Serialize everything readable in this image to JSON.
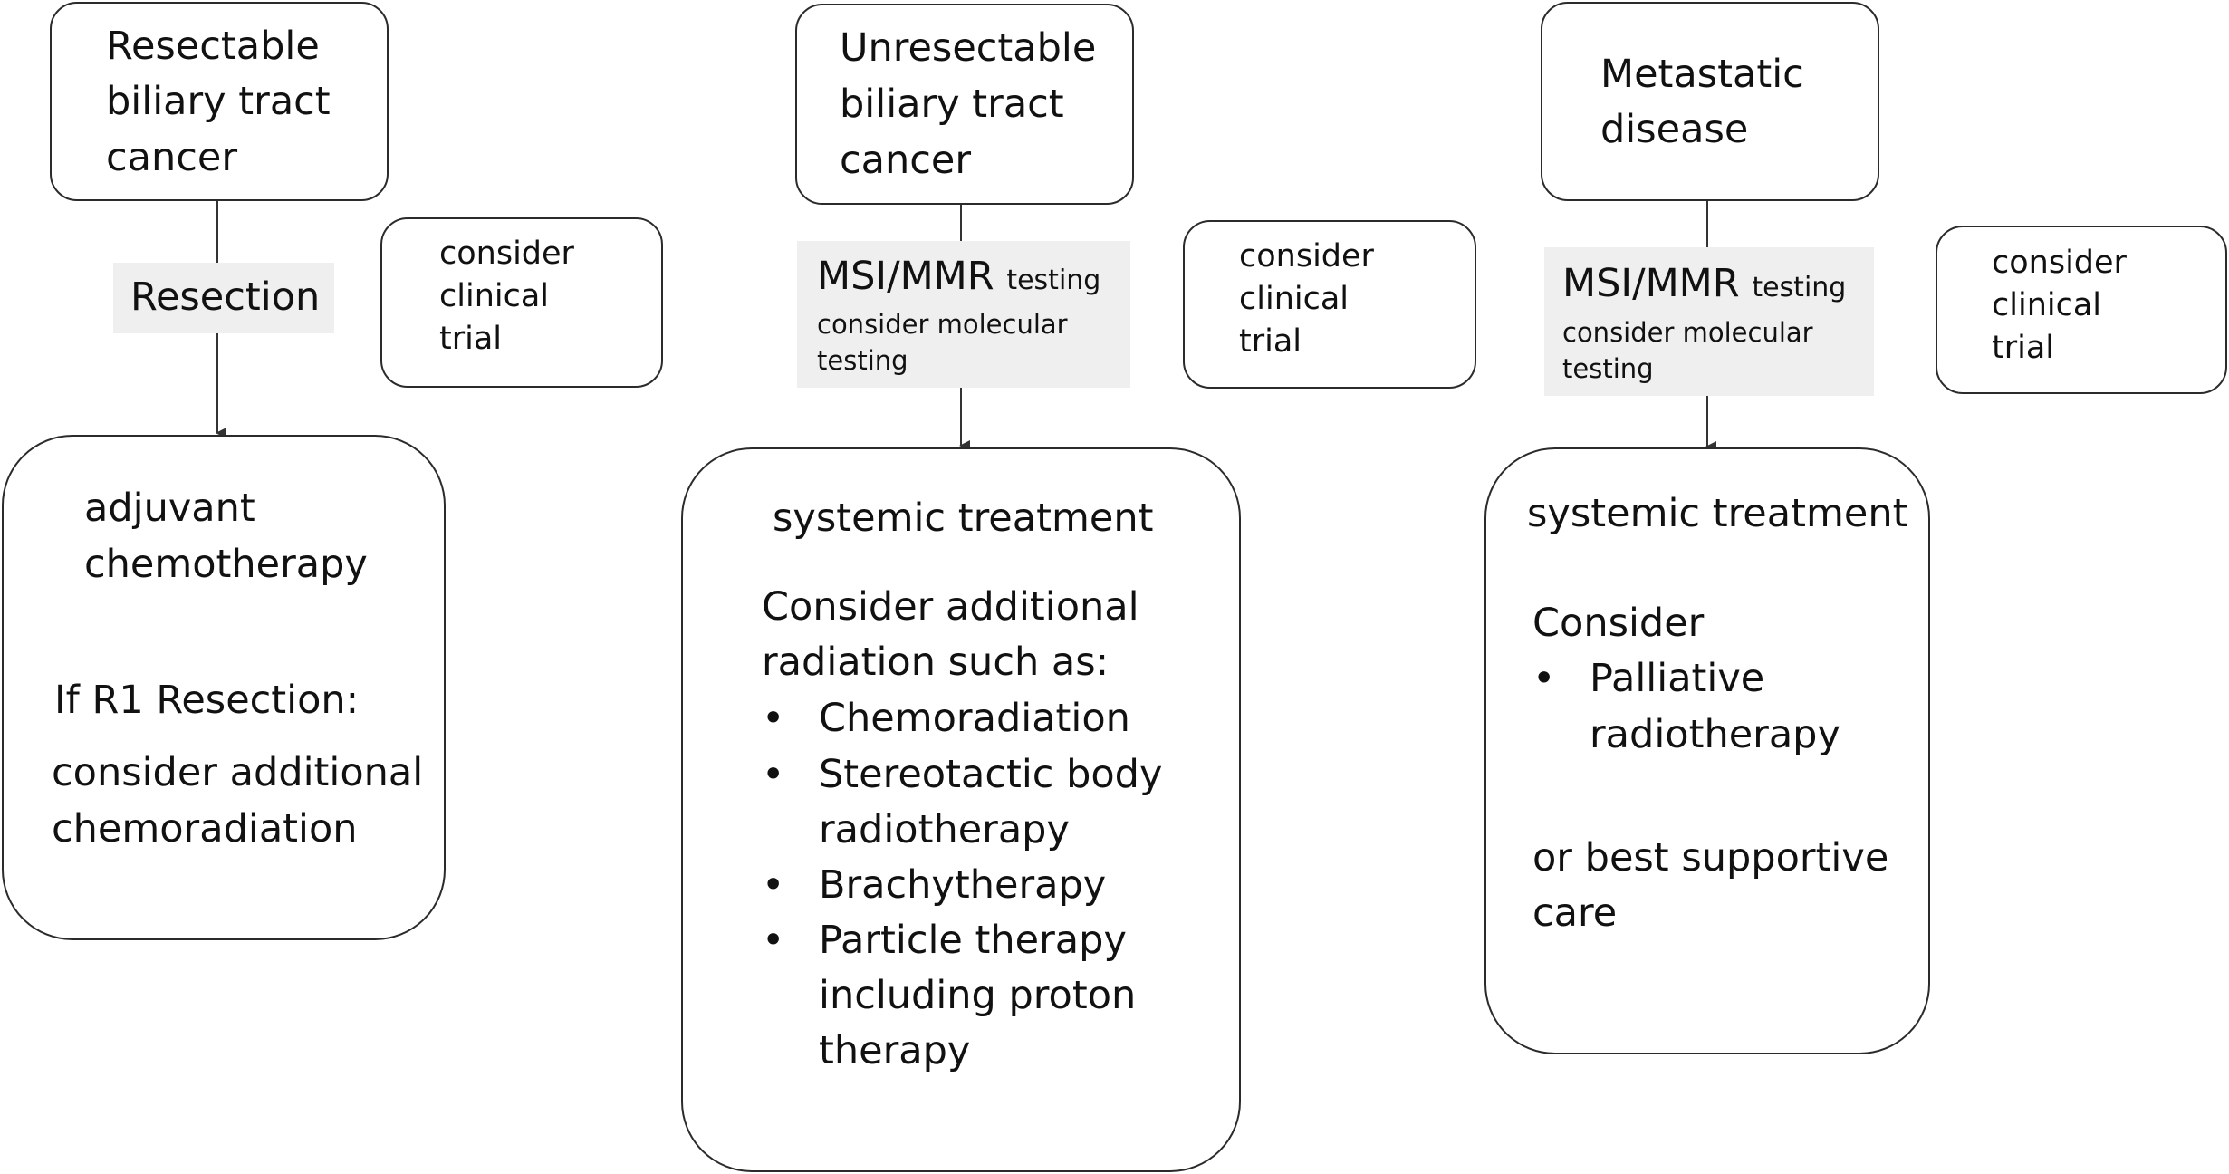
{
  "columns": [
    {
      "top_box": [
        "Resectable",
        "biliary tract",
        "cancer"
      ],
      "mid_label": "Resection",
      "side_box": [
        "consider",
        "clinical",
        "trial"
      ],
      "bottom": {
        "heading": [
          "adjuvant",
          "chemotherapy"
        ],
        "condition": "If R1 Resection:",
        "action": [
          "consider additional",
          "chemoradiation"
        ]
      }
    },
    {
      "top_box": [
        "Unresectable",
        "biliary tract",
        "cancer"
      ],
      "mid_label": {
        "main": "MSI/MMR",
        "suffix": "testing",
        "sub": [
          "consider molecular",
          "testing"
        ]
      },
      "side_box": [
        "consider",
        "clinical",
        "trial"
      ],
      "bottom": {
        "heading": "systemic treatment",
        "intro": [
          "Consider additional",
          "radiation such as:"
        ],
        "bullets": [
          [
            "Chemoradiation"
          ],
          [
            "Stereotactic body",
            "radiotherapy"
          ],
          [
            "Brachytherapy"
          ],
          [
            "Particle therapy",
            "including proton",
            "therapy"
          ]
        ]
      }
    },
    {
      "top_box": [
        "Metastatic",
        "disease"
      ],
      "mid_label": {
        "main": "MSI/MMR",
        "suffix": "testing",
        "sub": [
          "consider molecular",
          "testing"
        ]
      },
      "side_box": [
        "consider",
        "clinical",
        "trial"
      ],
      "bottom": {
        "heading": "systemic treatment",
        "intro": "Consider",
        "bullets": [
          [
            "Palliative",
            "radiotherapy"
          ]
        ],
        "outro": [
          "or best supportive",
          "care"
        ]
      }
    }
  ]
}
